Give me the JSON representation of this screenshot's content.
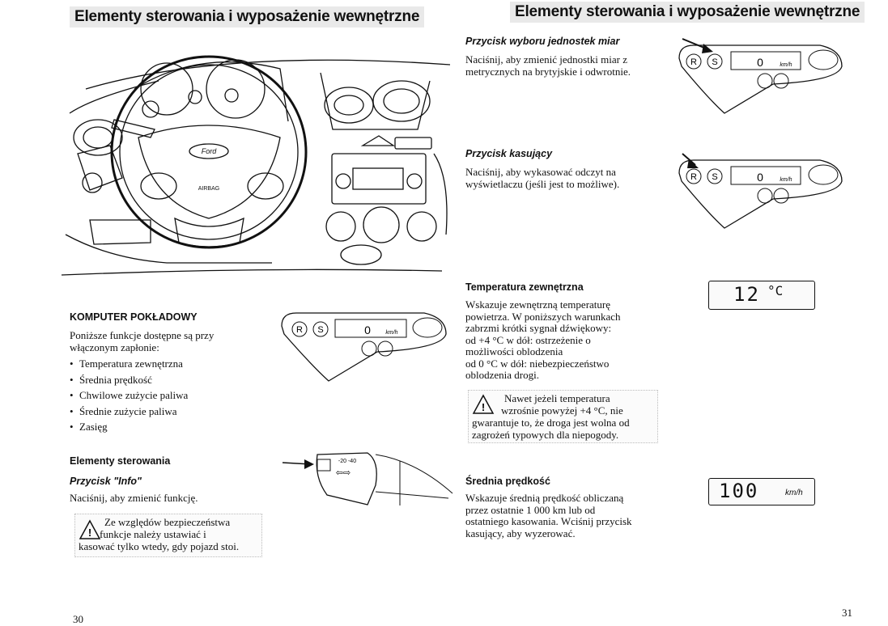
{
  "left_page": {
    "header": "Elementy sterowania i wyposażenie wewnętrzne",
    "computer": {
      "title": "KOMPUTER POKŁADOWY",
      "intro": [
        "Poniższe funkcje dostępne są przy",
        "włączonym zapłonie:"
      ],
      "items": [
        "Temperatura zewnętrzna",
        "Średnia prędkość",
        "Chwilowe zużycie paliwa",
        "Średnie zużycie paliwa",
        "Zasięg"
      ]
    },
    "controls": {
      "title": "Elementy sterowania",
      "info_title": "Przycisk \"Info\"",
      "info_text": "Naciśnij, aby zmienić funkcję.",
      "warning": [
        "Ze względów bezpieczeństwa",
        "funkcje należy ustawiać i",
        "kasować tylko wtedy, gdy pojazd stoi."
      ]
    },
    "dashboard_labels": {
      "airbag": "AIRBAG",
      "brand": "Ford"
    },
    "stalk_label": "-20 -40",
    "display": {
      "r_btn": "R",
      "s_btn": "S",
      "digit": "0",
      "unit": "km/h"
    },
    "page_number": "30"
  },
  "right_page": {
    "header": "Elementy sterowania i wyposażenie wewnętrzne",
    "units_button": {
      "title": "Przycisk wyboru jednostek miar",
      "text": [
        "Naciśnij, aby zmienić jednostki miar z",
        "metrycznych na brytyjskie i odwrotnie."
      ]
    },
    "reset_button": {
      "title": "Przycisk kasujący",
      "text": [
        "Naciśnij, aby wykasować odczyt na",
        "wyświetlaczu (jeśli jest to możliwe)."
      ]
    },
    "outside_temp": {
      "title": "Temperatura zewnętrzna",
      "text": [
        "Wskazuje zewnętrzną temperaturę",
        "powietrza. W poniższych warunkach",
        "zabrzmi krótki sygnał dźwiękowy:",
        "od +4 °C w dół: ostrzeżenie o",
        "możliwości oblodzenia",
        "od 0 °C w dół: niebezpieczeństwo",
        "oblodzenia drogi."
      ],
      "display_value": "12",
      "display_unit": "°C",
      "warning": [
        "Nawet jeżeli temperatura",
        "wzrośnie powyżej +4 °C, nie",
        "gwarantuje to, że droga jest wolna od",
        "zagrożeń typowych dla niepogody."
      ]
    },
    "avg_speed": {
      "title": "Średnia prędkość",
      "text": [
        "Wskazuje średnią prędkość obliczaną",
        "przez ostatnie 1 000 km lub od",
        "ostatniego kasowania. Wciśnij przycisk",
        "kasujący, aby wyzerować."
      ],
      "display_value": "100",
      "display_unit": "km/h"
    },
    "page_number": "31"
  }
}
